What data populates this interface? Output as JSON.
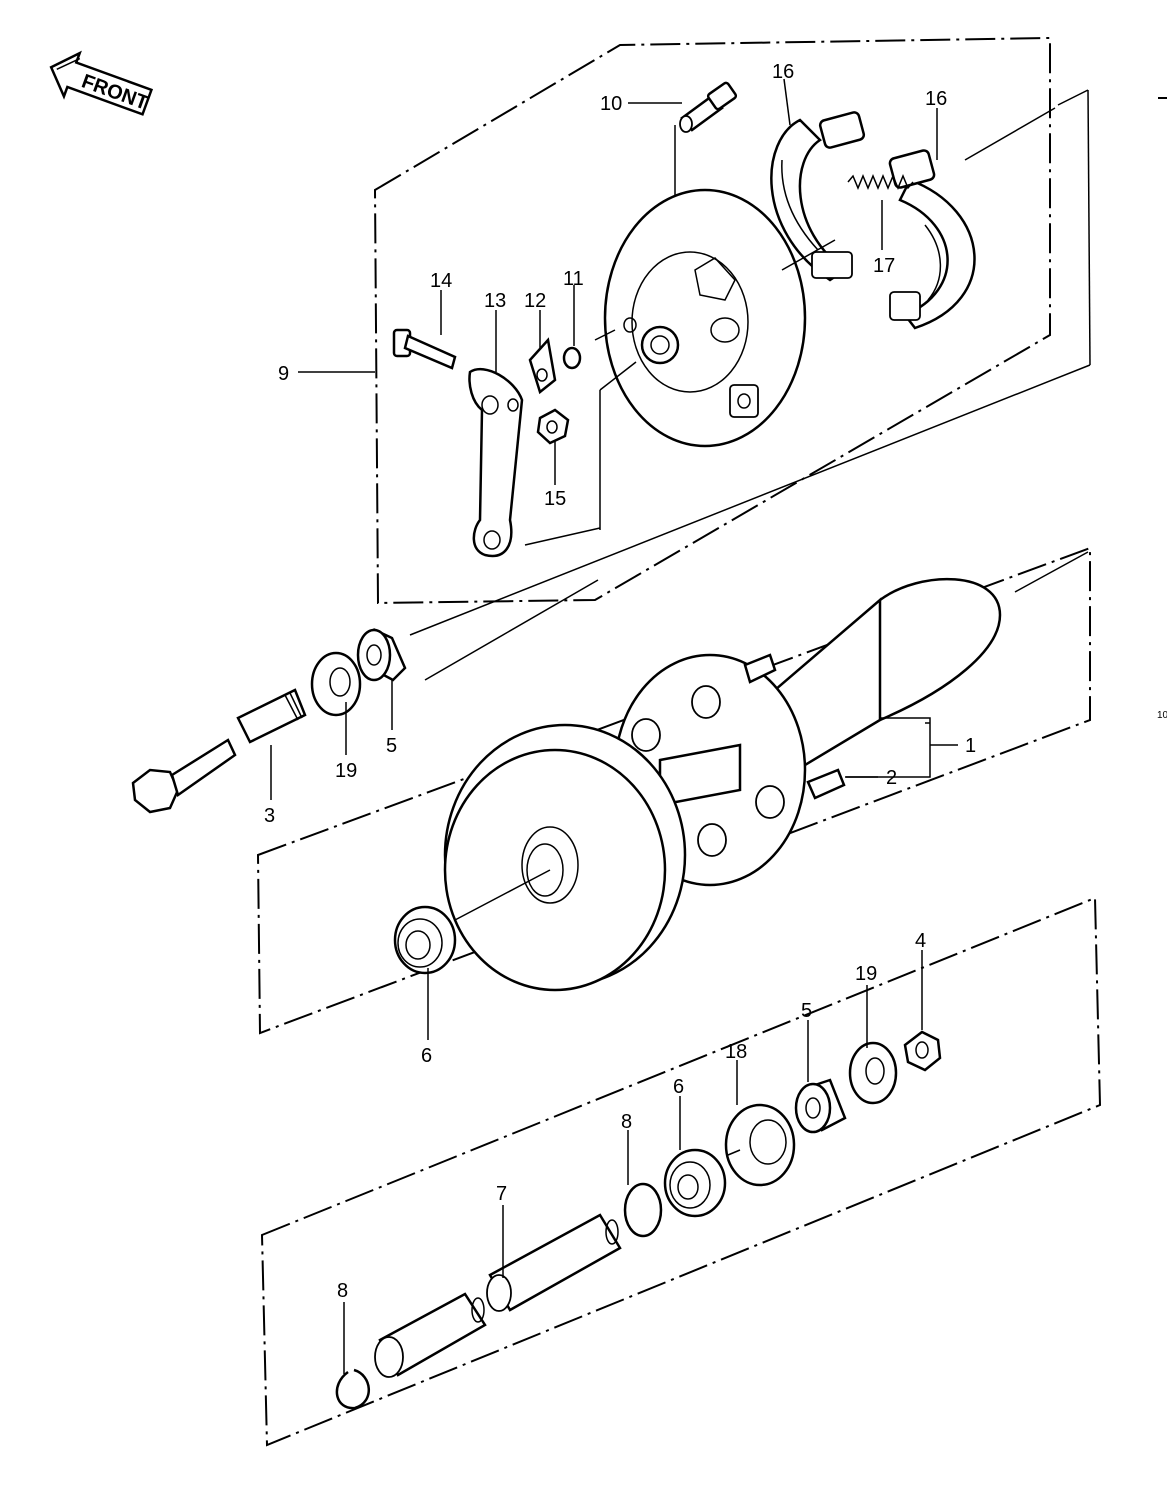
{
  "direction_badge": {
    "label": "FRONT"
  },
  "edge_text": "10",
  "callouts": [
    {
      "id": "c1",
      "text": "1"
    },
    {
      "id": "c2",
      "text": "2"
    },
    {
      "id": "c3",
      "text": "3"
    },
    {
      "id": "c4",
      "text": "4"
    },
    {
      "id": "c5a",
      "text": "5"
    },
    {
      "id": "c5b",
      "text": "5"
    },
    {
      "id": "c6a",
      "text": "6"
    },
    {
      "id": "c6b",
      "text": "6"
    },
    {
      "id": "c7",
      "text": "7"
    },
    {
      "id": "c8a",
      "text": "8"
    },
    {
      "id": "c8b",
      "text": "8"
    },
    {
      "id": "c9",
      "text": "9"
    },
    {
      "id": "c10",
      "text": "10"
    },
    {
      "id": "c11",
      "text": "11"
    },
    {
      "id": "c12",
      "text": "12"
    },
    {
      "id": "c13",
      "text": "13"
    },
    {
      "id": "c14",
      "text": "14"
    },
    {
      "id": "c15",
      "text": "15"
    },
    {
      "id": "c16a",
      "text": "16"
    },
    {
      "id": "c16b",
      "text": "16"
    },
    {
      "id": "c17",
      "text": "17"
    },
    {
      "id": "c18",
      "text": "18"
    },
    {
      "id": "c19a",
      "text": "19"
    },
    {
      "id": "c19b",
      "text": "19"
    }
  ]
}
